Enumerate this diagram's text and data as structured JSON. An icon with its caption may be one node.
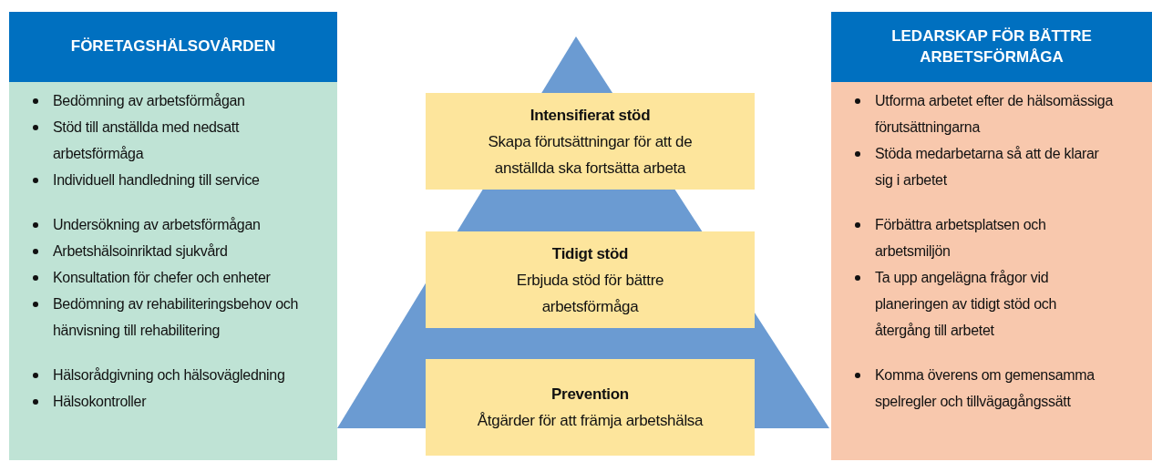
{
  "diagram": {
    "nodes": [
      {
        "text": [
          "FÖRETAGSHÄLSOVÅRDEN",
          "Bedömning av arbetsförmågan",
          "Stöd till anställda med nedsatt arbetsförmåga",
          "Individuell handledning till service",
          "Undersökning av arbetsförmågan",
          "Arbetshälsoinriktad sjukvård",
          "Konsultation för chefer och enheter",
          "Bedömning av rehabiliteringsbehov och hänvisning till rehabilitering",
          "Hälsorådgivning och hälsovägledning",
          "Hälsokontroller"
        ]
      },
      {
        "text": [
          "Intensifierat stöd",
          "Skapa förutsättningar för att de anställda ska fortsätta arbeta"
        ]
      },
      {
        "text": [
          "Tidigt stöd",
          "Erbjuda stöd för bättre arbetsförmåga"
        ]
      },
      {
        "text": [
          "Prevention",
          "Åtgärder för att främja arbetshälsa"
        ]
      },
      {
        "text": [
          "LEDARSKAP FÖR BÄTTRE ARBETSFÖRMÅGA",
          "Utforma arbetet efter de hälsomässiga förutsättningarna",
          "Stöda medarbetarna så att de klarar sig i arbetet",
          "Förbättra arbetsplatsen och arbetsmiljön",
          "Ta upp angelägna frågor vid planeringen av tidigt stöd och återgång till arbetet",
          "Komma överens om gemensamma spelregler och tillvägagångssätt"
        ]
      }
    ],
    "edges": []
  }
}
